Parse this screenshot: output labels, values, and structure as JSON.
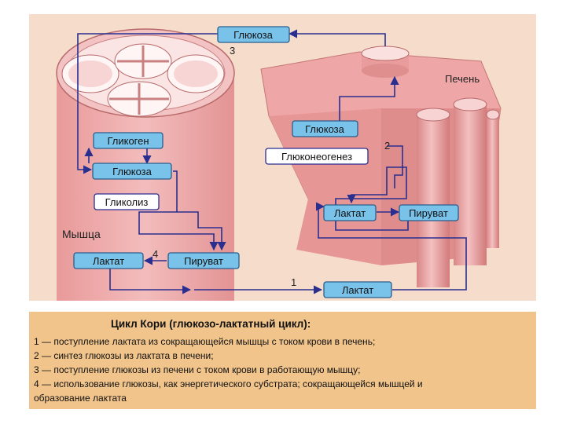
{
  "colors": {
    "background": "#f6ddcb",
    "caption_background": "#f1c48b",
    "tissue": "#eea6a6",
    "tissue_dark": "#d98686",
    "arrow": "#2a2f8f",
    "blue_box": "#79c3ea",
    "blue_box_border": "#2a5e8c"
  },
  "diagram": {
    "muscle_label": "Мышца",
    "liver_label": "Печень",
    "nodes": {
      "glucose_top": "Глюкоза",
      "glycogen": "Гликоген",
      "glucose_muscle": "Глюкоза",
      "glycolysis": "Гликолиз",
      "lactate_muscle": "Лактат",
      "pyruvate_muscle": "Пируват",
      "lactate_blood": "Лактат",
      "glucose_liver": "Глюкоза",
      "gluconeogenesis": "Глюконеогенез",
      "lactate_liver": "Лактат",
      "pyruvate_liver": "Пируват"
    },
    "step_numbers": {
      "s1": "1",
      "s2": "2",
      "s3": "3",
      "s4": "4"
    }
  },
  "caption": {
    "title": "Цикл Кори (глюкозо-лактатный цикл):",
    "lines": [
      "1 — поступление лактата из сокращающейся мышцы с током крови в печень;",
      "2 — синтез глюкозы из лактата в печени;",
      "3 — поступление глюкозы из печени с током крови в работающую мышцу;",
      "4 — использование глюкозы, как энергетического субстрата; сокращающейся мышцей и",
      "образование лактата"
    ]
  }
}
